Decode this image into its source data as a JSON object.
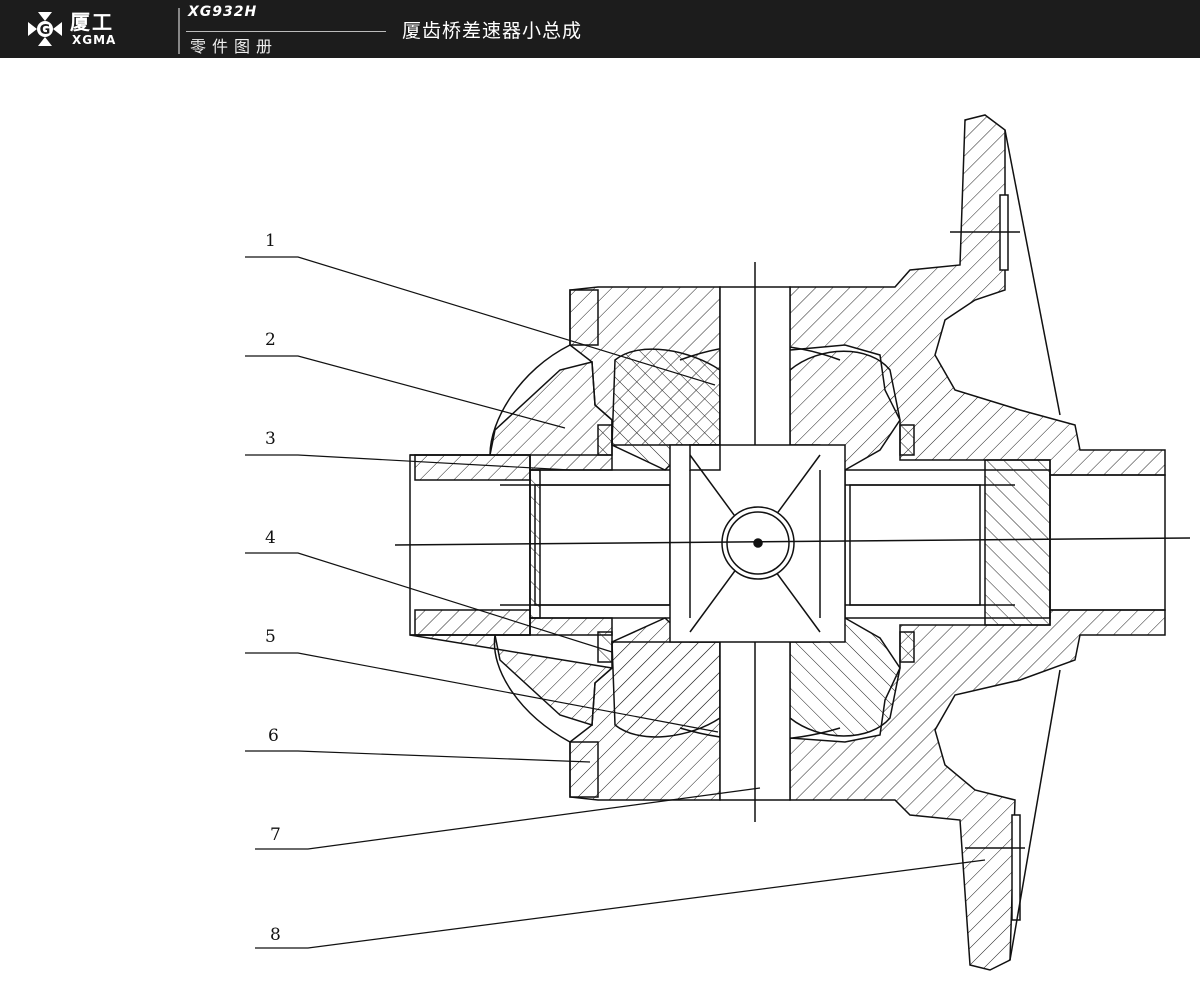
{
  "header": {
    "logo_cn": "厦工",
    "logo_en": "XGMA",
    "model": "XG932H",
    "catalog": "零件图册",
    "assembly_title": "厦齿桥差速器小总成"
  },
  "diagram": {
    "callouts": [
      "1",
      "2",
      "3",
      "4",
      "5",
      "6",
      "7",
      "8"
    ]
  }
}
